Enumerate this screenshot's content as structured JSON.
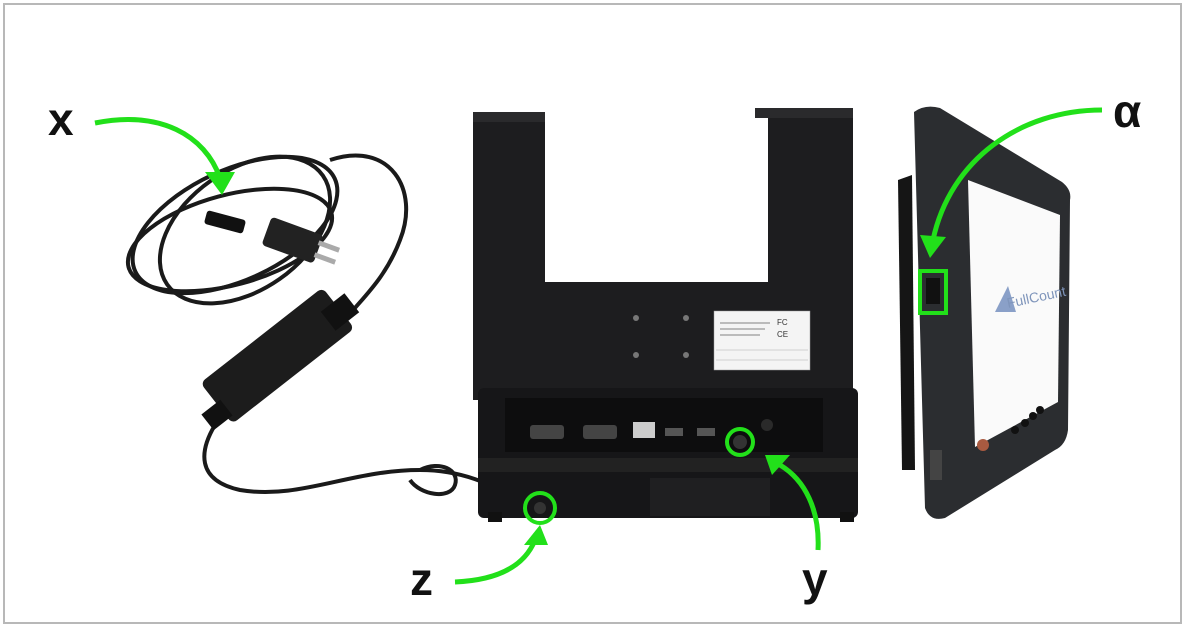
{
  "labels": {
    "x": "x",
    "y": "y",
    "z": "z",
    "alpha": "α"
  },
  "dock_label": {
    "fcc_mark": "FC",
    "ce_mark": "CE"
  },
  "tablet": {
    "screen_logo": "FullCount"
  },
  "colors": {
    "annotation": "#22e01a",
    "frame": "#b8b8b8"
  }
}
